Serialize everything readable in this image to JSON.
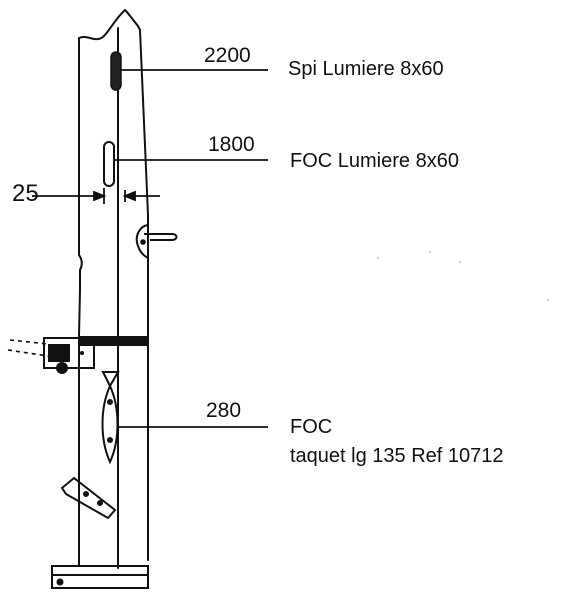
{
  "labels": {
    "dim_2200": "2200",
    "desc_2200": "Spi Lumiere 8x60",
    "dim_1800": "1800",
    "desc_1800": "FOC Lumiere 8x60",
    "dim_25": "25",
    "dim_280": "280",
    "desc_280_line1": "FOC",
    "desc_280_line2": "taquet lg 135 Ref 10712"
  }
}
